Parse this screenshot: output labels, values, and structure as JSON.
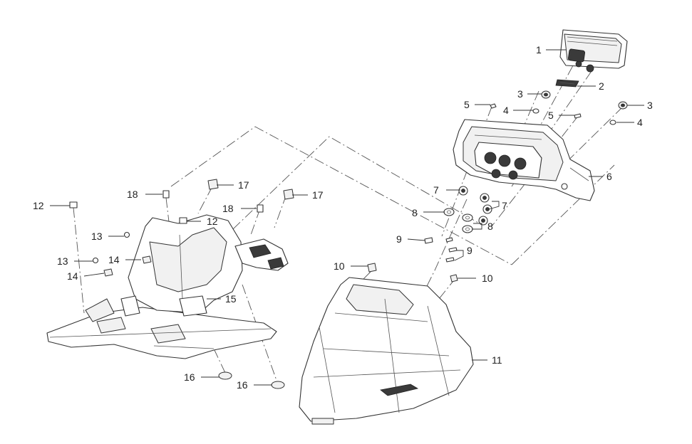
{
  "callouts": [
    {
      "n": "1"
    },
    {
      "n": "2"
    },
    {
      "n": "3"
    },
    {
      "n": "3"
    },
    {
      "n": "4"
    },
    {
      "n": "4"
    },
    {
      "n": "5"
    },
    {
      "n": "5"
    },
    {
      "n": "6"
    },
    {
      "n": "7"
    },
    {
      "n": "7"
    },
    {
      "n": "8"
    },
    {
      "n": "8"
    },
    {
      "n": "9"
    },
    {
      "n": "9"
    },
    {
      "n": "10"
    },
    {
      "n": "10"
    },
    {
      "n": "11"
    },
    {
      "n": "12"
    },
    {
      "n": "12"
    },
    {
      "n": "13"
    },
    {
      "n": "13"
    },
    {
      "n": "14"
    },
    {
      "n": "14"
    },
    {
      "n": "15"
    },
    {
      "n": "16"
    },
    {
      "n": "16"
    },
    {
      "n": "17"
    },
    {
      "n": "17"
    },
    {
      "n": "18"
    },
    {
      "n": "18"
    }
  ]
}
